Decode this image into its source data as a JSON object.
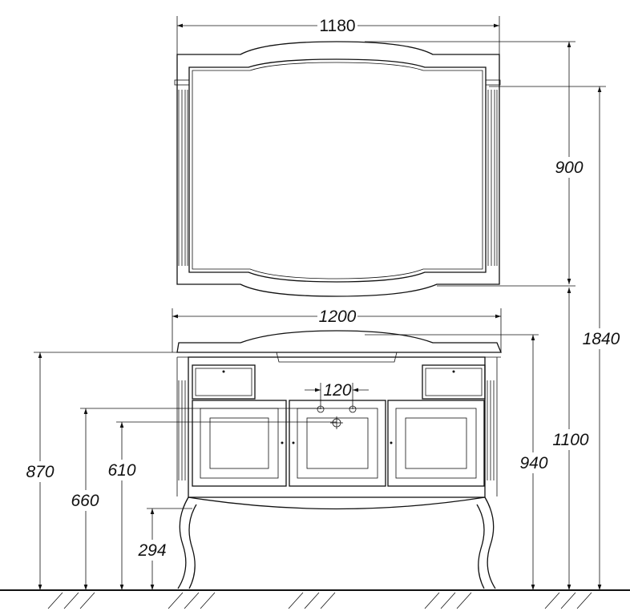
{
  "dimensions": {
    "mirror_width": "1180",
    "mirror_height": "900",
    "total_height": "1840",
    "vanity_width": "1200",
    "tap_spacing": "120",
    "countertop_height": "870",
    "drawer_bottom_height": "660",
    "sink_height": "610",
    "leg_clearance": "294",
    "top_edge_height": "940",
    "mirror_bottom_height": "1100"
  }
}
